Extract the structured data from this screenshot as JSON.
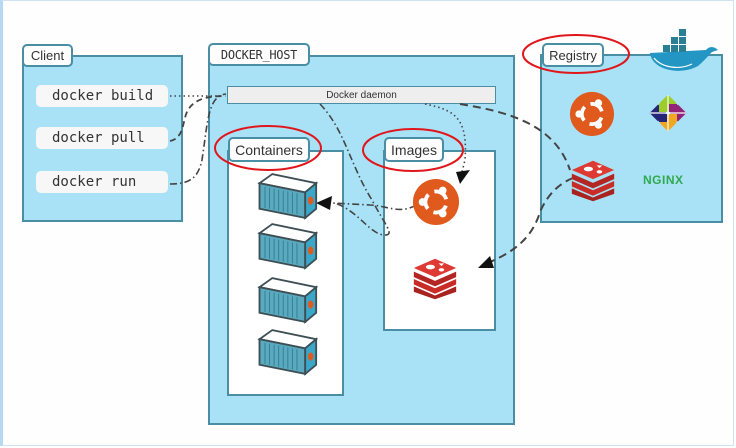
{
  "diagram": {
    "client": {
      "label": "Client",
      "commands": [
        "docker build",
        "docker pull",
        "docker run"
      ]
    },
    "docker_host": {
      "label": "DOCKER_HOST",
      "daemon_label": "Docker daemon",
      "containers": {
        "label": "Containers",
        "count": 4,
        "icon": "shipping-container-icon"
      },
      "images": {
        "label": "Images",
        "items": [
          "ubuntu-logo-icon",
          "redis-logo-icon"
        ]
      }
    },
    "registry": {
      "label": "Registry",
      "items": [
        "ubuntu-logo-icon",
        "centos-logo-icon",
        "redis-logo-icon",
        "nginx-logo"
      ],
      "nginx_text": "NGINX",
      "brand_icon": "docker-whale-icon"
    },
    "highlights": [
      "Containers",
      "Images",
      "Registry"
    ],
    "connections": [
      {
        "from": "docker build",
        "to": "Docker daemon",
        "style": "dotted"
      },
      {
        "from": "docker pull",
        "to": "Docker daemon",
        "style": "dashed"
      },
      {
        "from": "docker run",
        "to": "Docker daemon",
        "style": "dash-dot"
      },
      {
        "from": "Docker daemon",
        "to": "Images (ubuntu)",
        "style": "dotted"
      },
      {
        "from": "Docker daemon",
        "to": "Registry (redis)",
        "style": "dashed"
      },
      {
        "from": "Registry (redis)",
        "to": "Images (redis)",
        "style": "dashed"
      },
      {
        "from": "Docker daemon",
        "to": "Containers",
        "style": "dash-dot",
        "via": "Images (ubuntu)"
      }
    ],
    "colors": {
      "panel_fill": "#a9e2f6",
      "panel_border": "#4a8ea3",
      "highlight_ellipse": "#e0161b",
      "ubuntu_orange": "#e05a1e",
      "redis_red": "#cf2b27",
      "nginx_green": "#2fa84f",
      "container_teal": "#4aa3bd"
    }
  }
}
